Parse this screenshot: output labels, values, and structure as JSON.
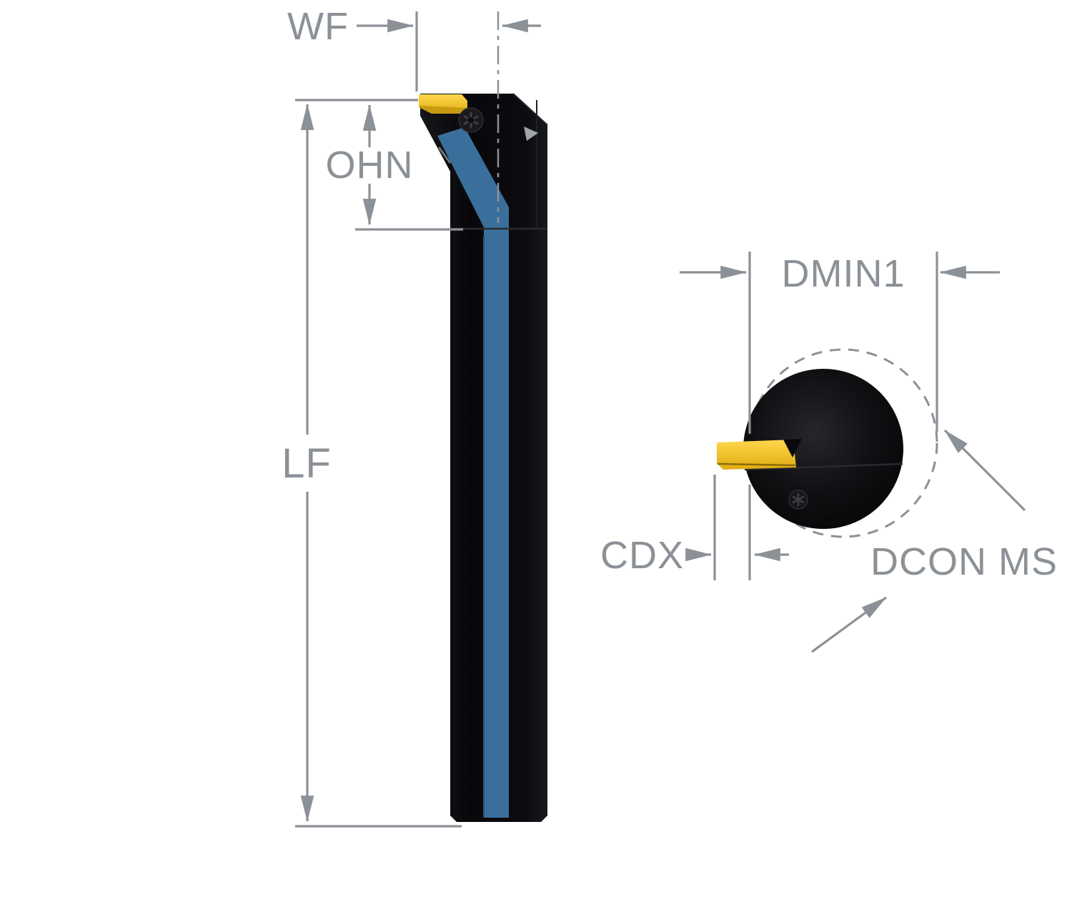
{
  "figure": {
    "kind": "technical-dimension-drawing",
    "subject": "internal grooving boring bar, side view and end view",
    "labels": {
      "wf": "WF",
      "ohn": "OHN",
      "lf": "LF",
      "dmin1": "DMIN1",
      "cdx": "CDX",
      "dcon_ms": "DCON MS"
    },
    "colors": {
      "dimension_gray": "#8b9196",
      "tool_black": "#0a0a0c",
      "coolant_stripe_blue": "#3a6f9b",
      "insert_gold": "#f0c02a",
      "insert_gold_dark": "#c79a10",
      "background": "#ffffff"
    }
  }
}
